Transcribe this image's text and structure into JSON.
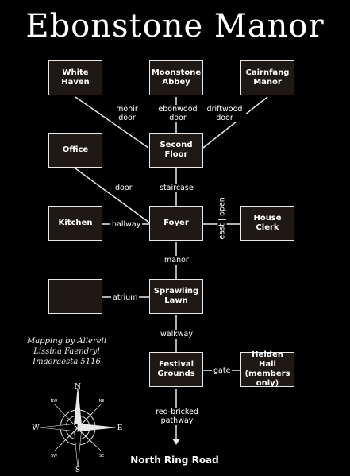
{
  "title": "Ebonstone Manor",
  "rooms": {
    "white_haven": "White Haven",
    "moonstone_abbey": "Moonstone Abbey",
    "cairnfang_manor": "Cairnfang Manor",
    "office": "Office",
    "second_floor": "Second Floor",
    "kitchen": "Kitchen",
    "foyer": "Foyer",
    "house_clerk": "House Clerk",
    "unnamed_room": "",
    "sprawling_lawn": "Sprawling Lawn",
    "festival_grounds": "Festival Grounds",
    "helden_hall": "Helden Hall (members only)"
  },
  "connections": {
    "monir_door": "monir door",
    "ebonwood_door": "ebonwood door",
    "driftwood_door": "driftwood door",
    "door": "door",
    "staircase": "staircase",
    "hallway": "hallway",
    "east_open": "east | open",
    "manor": "manor",
    "atrium": "atrium",
    "walkway": "walkway",
    "gate": "gate",
    "red_bricked_pathway": "red-bricked pathway"
  },
  "credit": "Mapping by Allereli Lissina Faendryl Imaeraesta 5116",
  "exit": "North Ring Road",
  "compass": {
    "n": "N",
    "s": "S",
    "e": "E",
    "w": "W",
    "nw": "NW",
    "ne": "NE",
    "sw": "SW",
    "se": "SE"
  }
}
